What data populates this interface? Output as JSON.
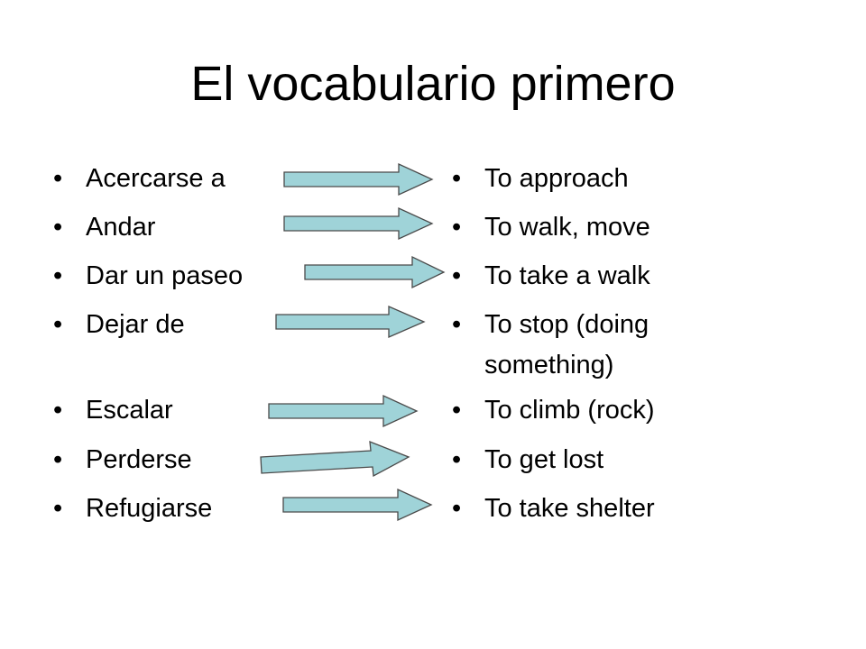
{
  "slide": {
    "title": "El vocabulario primero",
    "bullet_char": "•",
    "arrow_fill": "#9fd3d8",
    "arrow_stroke": "#4a4a4a",
    "spanish": [
      "Acercarse a",
      "Andar",
      "Dar un paseo",
      "Dejar de",
      "Escalar",
      "Perderse",
      "Refugiarse"
    ],
    "english": [
      "To approach",
      "To walk, move",
      "To take a walk",
      "To stop (doing",
      "something)",
      "To climb (rock)",
      "To get lost",
      "To take shelter"
    ]
  }
}
